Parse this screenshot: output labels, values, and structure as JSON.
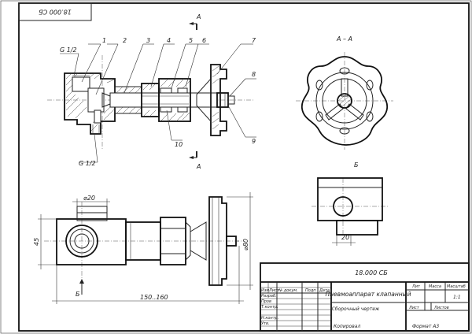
{
  "corner_code": "18.000 СБ",
  "section_marks": {
    "a_top": "A",
    "a_bottom": "A",
    "b": "Б",
    "view_b": "Б",
    "section_title": "A – A"
  },
  "thread_labels": {
    "top": "G 1/2",
    "bottom": "G 1/2"
  },
  "leaders": [
    "1",
    "2",
    "3",
    "4",
    "5",
    "6",
    "7",
    "8",
    "9",
    "10"
  ],
  "dimensions": {
    "d20": "⌀20",
    "h45": "45",
    "d80": "⌀80",
    "len": "150..160",
    "w20": "20"
  },
  "title_block": {
    "code": "18.000 СБ",
    "name": "Пневмоаппарат клапанный",
    "doc_type": "Сборочный чертеж",
    "col_lit": "Лит",
    "col_mass": "Масса",
    "col_scale": "Масштаб",
    "scale": "1:1",
    "sheet": "Лист",
    "sheets": "Листов",
    "rows_head": [
      "Изм",
      "Лист",
      "№ докум.",
      "Подп",
      "Дата"
    ],
    "roles": [
      "Разраб.",
      "Пров",
      "Т.контр.",
      "",
      "Н.контр.",
      "Утв."
    ],
    "copied": "Копировал",
    "format": "Формат  A3"
  }
}
